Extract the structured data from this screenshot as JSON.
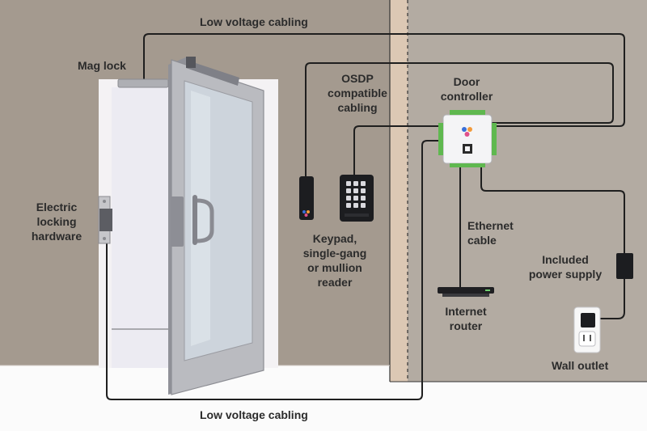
{
  "labels": {
    "top_cabling": "Low voltage cabling",
    "bottom_cabling": "Low voltage cabling",
    "mag_lock": "Mag lock",
    "osdp": [
      "OSDP",
      "compatible",
      "cabling"
    ],
    "door_controller": [
      "Door",
      "controller"
    ],
    "electric_locking": [
      "Electric",
      "locking",
      "hardware"
    ],
    "keypad_reader": [
      "Keypad,",
      "single-gang",
      "or mullion",
      "reader"
    ],
    "ethernet": [
      "Ethernet",
      "cable"
    ],
    "power_supply": [
      "Included",
      "power supply"
    ],
    "internet_router": [
      "Internet",
      "router"
    ],
    "wall_outlet": "Wall outlet"
  },
  "colors": {
    "wall": "#a49a8f",
    "right_wall": "#b3aba2",
    "wall_trim": "#dcc8b4",
    "floor": "#fbfbfb",
    "cable": "#1f1f1f",
    "text": "#2b2b2b",
    "door_frame": "#b8b9be",
    "glass": "#cdd4dc",
    "controller_green": "#5fb84f",
    "brand_blue": "#3a6fd8",
    "brand_orange": "#f39a3a",
    "brand_pink": "#e0508a"
  }
}
